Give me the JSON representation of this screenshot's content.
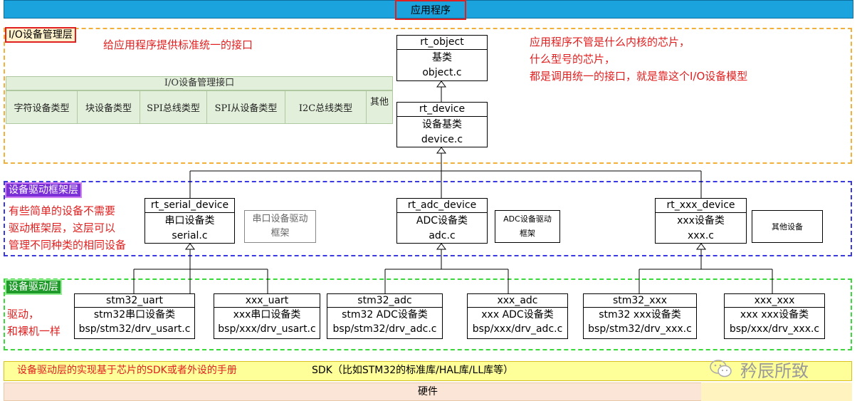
{
  "app_box": "应用程序",
  "io_layer": {
    "tag": "I/O设备管理层",
    "note": "给应用程序提供标准统一的接口",
    "table_title": "I/O设备管理接口",
    "table_cells": [
      "字符设备类型",
      "块设备类型",
      "SPI总线类型",
      "SPI从设备类型",
      "I2C总线类型",
      "其他"
    ],
    "right_note": [
      "应用程序不管是什么内核的芯片，",
      "什么型号的芯片，",
      "都是调用统一的接口，就是靠这个I/O设备模型"
    ]
  },
  "rt_object": {
    "name": "rt_object",
    "line1": "基类",
    "line2": "object.c"
  },
  "rt_device": {
    "name": "rt_device",
    "line1": "设备基类",
    "line2": "device.c"
  },
  "fw_layer": {
    "tag": "设备驱动框架层",
    "note": [
      "有些简单的设备不需要",
      "驱动框架层，这层可以",
      "管理不同种类的相同设备"
    ],
    "classes": [
      {
        "name": "rt_serial_device",
        "line1": "串口设备类",
        "line2": "serial.c"
      },
      {
        "name": "rt_adc_device",
        "line1": "ADC设备类",
        "line2": "adc.c"
      },
      {
        "name": "rt_xxx_device",
        "line1": "xxx设备类",
        "line2": "xxx.c"
      }
    ],
    "serial_fw_note": [
      "串口设备驱动",
      "框架"
    ],
    "adc_fw_note": [
      "ADC设备驱动",
      "框架"
    ],
    "other_note": "其他设备"
  },
  "drv_layer": {
    "tag": "设备驱动层",
    "note": [
      "驱动，",
      "和裸机一样"
    ],
    "drivers": [
      {
        "name": "stm32_uart",
        "line1": "stm32串口设备类",
        "line2": "bsp/stm32/drv_usart.c"
      },
      {
        "name": "xxx_uart",
        "line1": "xxx串口设备类",
        "line2": "bsp/xxx/drv_usart.c"
      },
      {
        "name": "stm32_adc",
        "line1": "stm32 ADC设备类",
        "line2": "bsp/stm32/drv_adc.c"
      },
      {
        "name": "xxx_adc",
        "line1": "xxx ADC设备类",
        "line2": "bsp/xxx/drv_adc.c"
      },
      {
        "name": "stm32_xxx",
        "line1": "stm32 xxx设备类",
        "line2": "bsp/stm32/drv_xxx.c"
      },
      {
        "name": "xxx_xxx",
        "line1": "xxx xxx设备类",
        "line2": "bsp/xxx/drv_xxx.c"
      }
    ]
  },
  "sdk": {
    "red": "设备驱动层的实现基于芯片的SDK或者外设的手册",
    "black": "SDK（比如STM32的标准库/HAL库/LL库等）"
  },
  "hardware": "硬件",
  "watermark": "矜辰所致",
  "colors": {
    "top_bar": "#1aa3dd",
    "red_text": "#e02020",
    "io_border": "#f0b03a",
    "fw_border": "#3a3ae0",
    "drv_border": "#3ad83a",
    "sdk_bg": "#ffff99",
    "hw_bg": "#fbe5d6"
  }
}
